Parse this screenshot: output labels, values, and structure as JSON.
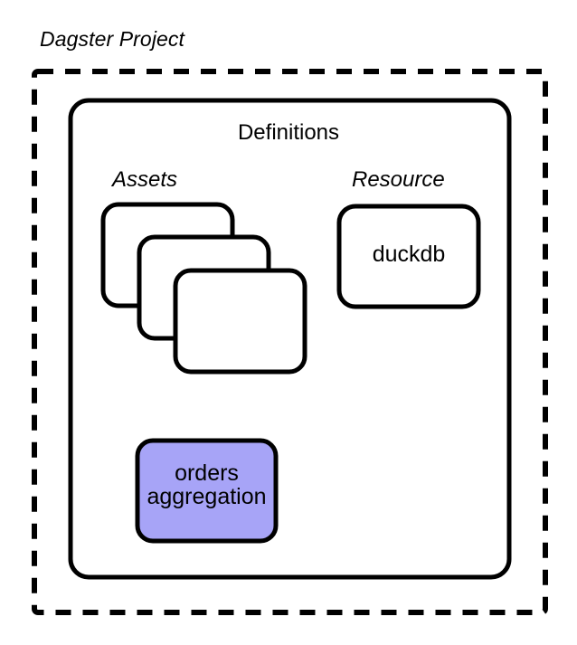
{
  "diagram": {
    "type": "architecture-diagram",
    "title": "Dagster Project",
    "container": {
      "label": "Dagster Project",
      "border_style": "dashed",
      "border_color": "#000000"
    },
    "definitions": {
      "label": "Definitions",
      "border_style": "solid",
      "border_color": "#000000"
    },
    "groups": [
      {
        "id": "assets",
        "label": "Assets"
      },
      {
        "id": "resource",
        "label": "Resource"
      }
    ],
    "nodes": [
      {
        "id": "asset-1",
        "label": "",
        "fill": "#ffffff",
        "stroke": "#000000"
      },
      {
        "id": "asset-2",
        "label": "",
        "fill": "#ffffff",
        "stroke": "#000000"
      },
      {
        "id": "asset-3",
        "label": "",
        "fill": "#ffffff",
        "stroke": "#000000"
      },
      {
        "id": "duckdb",
        "label": "duckdb",
        "fill": "#ffffff",
        "stroke": "#000000"
      },
      {
        "id": "orders-aggregation",
        "label_line_1": "orders",
        "label_line_2": "aggregation",
        "fill": "#a7a4f7",
        "stroke": "#000000"
      }
    ],
    "edges": [
      {
        "from": "asset-1",
        "to": "duckdb",
        "style": "dashed",
        "arrow": false
      },
      {
        "from": "asset-2",
        "to": "duckdb",
        "style": "dashed",
        "arrow": false
      },
      {
        "from": "asset-3",
        "to": "duckdb",
        "style": "dashed",
        "arrow": false
      },
      {
        "from": "asset-1",
        "to": "orders-aggregation",
        "style": "dashed",
        "arrow": true
      },
      {
        "from": "asset-2",
        "to": "orders-aggregation",
        "style": "dashed",
        "arrow": true
      },
      {
        "from": "asset-3",
        "to": "orders-aggregation",
        "style": "dashed",
        "arrow": true
      },
      {
        "from": "duckdb",
        "to": "orders-aggregation",
        "style": "dashed",
        "arrow": false
      }
    ],
    "colors": {
      "line": "#000000",
      "edge": "#3d4450",
      "arrowhead": "#3d4450",
      "asset_fill": "#ffffff",
      "highlight_fill": "#a7a4f7",
      "background": "#ffffff"
    }
  }
}
